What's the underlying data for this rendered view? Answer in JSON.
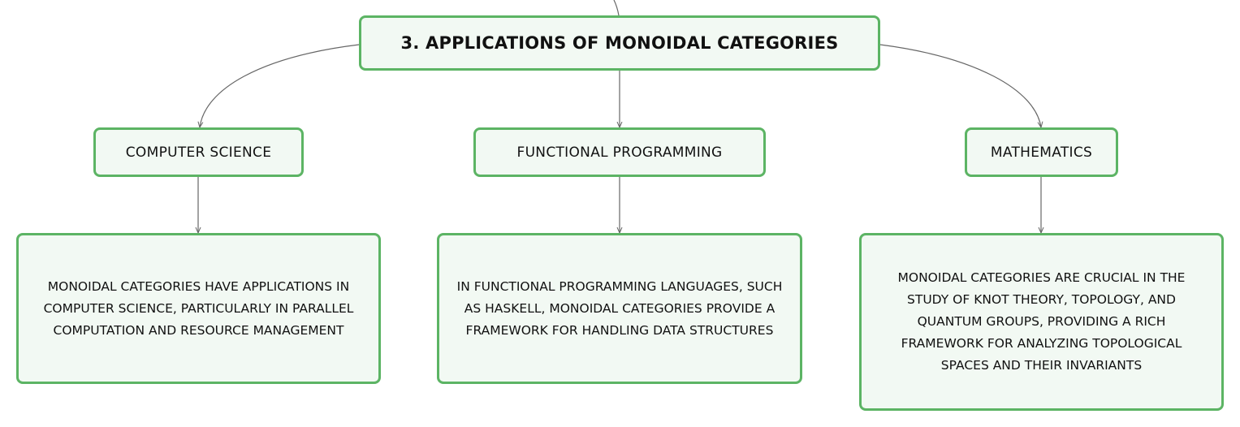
{
  "root": {
    "title": "3. APPLICATIONS OF MONOIDAL CATEGORIES"
  },
  "branches": [
    {
      "label": "COMPUTER SCIENCE",
      "detail": [
        "MONOIDAL CATEGORIES HAVE APPLICATIONS IN",
        "COMPUTER SCIENCE, PARTICULARLY IN PARALLEL",
        "COMPUTATION AND RESOURCE MANAGEMENT"
      ]
    },
    {
      "label": "FUNCTIONAL PROGRAMMING",
      "detail": [
        "IN FUNCTIONAL PROGRAMMING LANGUAGES, SUCH",
        "AS HASKELL, MONOIDAL CATEGORIES PROVIDE A",
        "FRAMEWORK FOR HANDLING DATA STRUCTURES"
      ]
    },
    {
      "label": "MATHEMATICS",
      "detail": [
        "MONOIDAL CATEGORIES ARE CRUCIAL IN THE",
        "STUDY OF KNOT THEORY, TOPOLOGY, AND",
        "QUANTUM GROUPS, PROVIDING A RICH",
        "FRAMEWORK FOR ANALYZING TOPOLOGICAL",
        "SPACES AND THEIR INVARIANTS"
      ]
    }
  ],
  "colors": {
    "node_fill": "#f2f9f3",
    "node_border": "#5cb464",
    "connector": "#666666",
    "text": "#111111"
  }
}
